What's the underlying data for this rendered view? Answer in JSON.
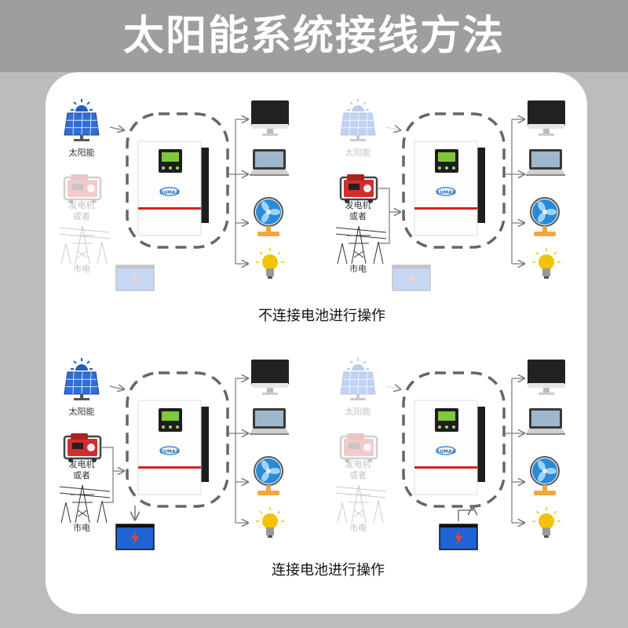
{
  "title": "太阳能系统接线方法",
  "caption_top": "不连接电池进行操作",
  "caption_bottom": "连接电池进行操作",
  "labels": {
    "solar": "太阳能",
    "generator_line1": "发电机",
    "generator_line2": "或者",
    "grid": "市电"
  },
  "brand": "SUMAX",
  "colors": {
    "solar_panel": "#2f6ed6",
    "generator": "#d42c2c",
    "battery": "#1f63d4",
    "battery_bolt": "#e8452a",
    "fan": "#2a8ad6",
    "fan_base": "#f0a83a",
    "bulb": "#f2c300",
    "inverter_stripe": "#d92020",
    "dashed_line": "#666666"
  },
  "panels": [
    {
      "solar_active": true,
      "generator_active": false,
      "grid_active": false,
      "battery_active": false
    },
    {
      "solar_active": false,
      "generator_active": true,
      "grid_active": true,
      "battery_active": false
    },
    {
      "solar_active": true,
      "generator_active": true,
      "grid_active": true,
      "battery_active": true
    },
    {
      "solar_active": false,
      "generator_active": false,
      "grid_active": false,
      "battery_active": true
    }
  ]
}
